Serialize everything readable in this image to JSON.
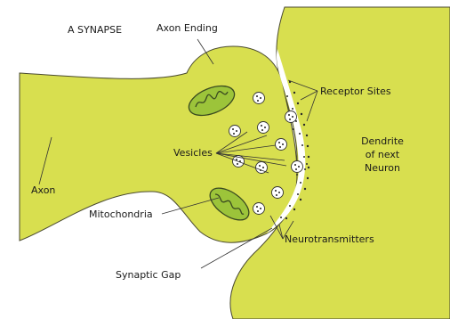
{
  "title": "A SYNAPSE",
  "labels": {
    "axon_ending": "Axon Ending",
    "receptor_sites": "Receptor Sites",
    "dendrite": [
      "Dendrite",
      "of next",
      "Neuron"
    ],
    "vesicles": "Vesicles",
    "axon": "Axon",
    "mitochondria": "Mitochondria",
    "neurotransmitters": "Neurotransmitters",
    "synaptic_gap": "Synaptic Gap"
  },
  "colors": {
    "tissue": "#d8df4f",
    "outline": "#4a4a30",
    "mitochondria_fill": "#9cc43a",
    "vesicle_fill": "#ffffff"
  }
}
